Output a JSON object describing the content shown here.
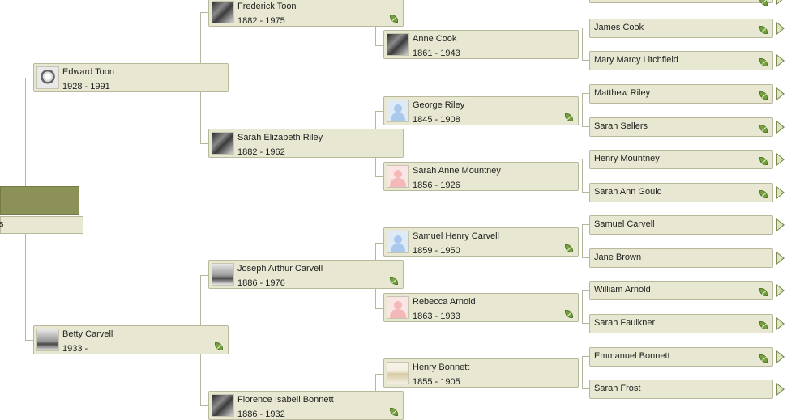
{
  "colors": {
    "card_bg": "#e8e7d1",
    "card_border": "#b8b89a",
    "root_accent": "#8c9158",
    "leaf": "#78a040",
    "male_silhouette": "#a9c8ec",
    "female_silhouette": "#f4b8b8"
  },
  "root": {
    "fragment": "s"
  },
  "parents": {
    "father": {
      "name": "Edward Toon",
      "dates": "1928 - 1991",
      "photo": "portrait-photo"
    },
    "mother": {
      "name": "Betty Carvell",
      "dates": "1933 -",
      "photo": "group-photo"
    }
  },
  "grandparents": [
    {
      "name": "Frederick Toon",
      "dates": "1882 - 1975",
      "photo": "group-photo"
    },
    {
      "name": "Sarah Elizabeth Riley",
      "dates": "1882 - 1962",
      "photo": "group-photo"
    },
    {
      "name": "Joseph Arthur Carvell",
      "dates": "1886 - 1976",
      "photo": "group-photo"
    },
    {
      "name": "Florence Isabell Bonnett",
      "dates": "1886 - 1932",
      "photo": "portrait-photo"
    }
  ],
  "great_grandparents": [
    {
      "name": "Anne Cook",
      "dates": "1861 - 1943",
      "photo": "group-photo"
    },
    {
      "name": "George Riley",
      "dates": "1845 - 1908",
      "photo": "male-silhouette"
    },
    {
      "name": "Sarah Anne Mountney",
      "dates": "1856 - 1926",
      "photo": "female-silhouette"
    },
    {
      "name": "Samuel Henry Carvell",
      "dates": "1859 - 1950",
      "photo": "male-silhouette"
    },
    {
      "name": "Rebecca Arnold",
      "dates": "1863 - 1933",
      "photo": "female-silhouette"
    },
    {
      "name": "Henry Bonnett",
      "dates": "1855 - 1905",
      "photo": "document-photo"
    }
  ],
  "gen4": [
    {
      "name": "James Cook"
    },
    {
      "name": "Mary Marcy Litchfield"
    },
    {
      "name": "Matthew Riley"
    },
    {
      "name": "Sarah Sellers"
    },
    {
      "name": "Henry Mountney"
    },
    {
      "name": "Sarah Ann Gould"
    },
    {
      "name": "Samuel Carvell"
    },
    {
      "name": "Jane Brown"
    },
    {
      "name": "William Arnold"
    },
    {
      "name": "Sarah Faulkner"
    },
    {
      "name": "Emmanuel Bonnett"
    },
    {
      "name": "Sarah Frost"
    }
  ]
}
